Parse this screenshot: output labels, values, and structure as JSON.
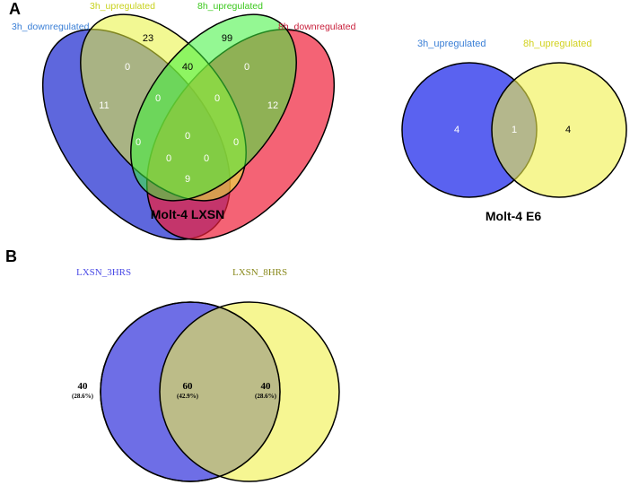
{
  "panel_a": {
    "letter": "A",
    "left": {
      "caption": "Molt-4 LXSN",
      "set_labels": {
        "3h_down": "3h_downregulated",
        "3h_up": "3h_upregulated",
        "8h_up": "8h_upregulated",
        "8h_down": "8h_downregulated"
      },
      "counts": {
        "up3_only": "23",
        "up8_only": "99",
        "down3_only": "11",
        "down8_only": "12",
        "up3_up8": "40",
        "down3_up3": "0",
        "up8_down8": "0",
        "down3_up3_up8": "0",
        "up3_up8_down8": "0",
        "all_four": "0",
        "down3_up8": "0",
        "up3_down8": "0",
        "down3_up8_down8": "0",
        "down3_up3_down8": "0",
        "down3_down8": "9"
      },
      "colors": {
        "3h_down": "#3a46d6",
        "3h_up": "#e8f23a",
        "8h_up": "#3df33a",
        "8h_down": "#f0213a"
      }
    },
    "right": {
      "caption": "Molt-4 E6",
      "set_labels": {
        "a": "3h_upregulated",
        "b": "8h_upregulated"
      },
      "counts": {
        "a_only": "4",
        "both": "1",
        "b_only": "4"
      },
      "colors": {
        "a": "#5a62f0",
        "b": "#f0f04a"
      }
    }
  },
  "panel_b": {
    "letter": "B",
    "set_labels": {
      "a": "LXSN_3HRS",
      "b": "LXSN_8HRS"
    },
    "regions": {
      "a_only": {
        "count": "40",
        "pct": "(28.6%)"
      },
      "both": {
        "count": "60",
        "pct": "(42.9%)"
      },
      "b_only": {
        "count": "40",
        "pct": "(28.6%)"
      }
    },
    "colors": {
      "a": "#6e6ee6",
      "b": "#f0f04a"
    }
  }
}
